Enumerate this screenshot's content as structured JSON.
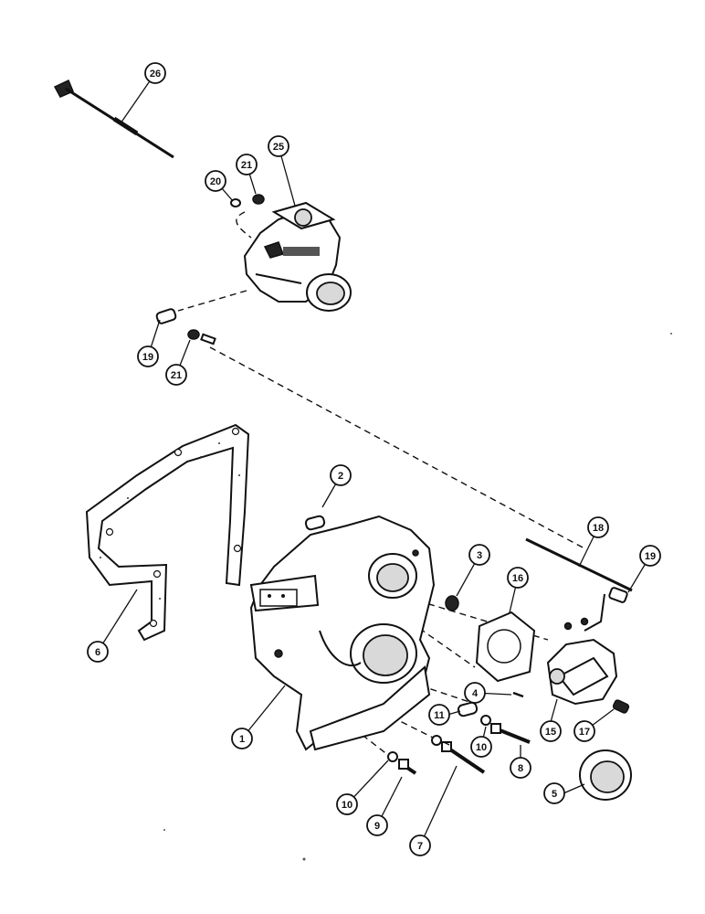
{
  "callouts": [
    {
      "key": "26",
      "label": "26"
    },
    {
      "key": "25",
      "label": "25"
    },
    {
      "key": "21a",
      "label": "21"
    },
    {
      "key": "20",
      "label": "20"
    },
    {
      "key": "19a",
      "label": "19"
    },
    {
      "key": "21b",
      "label": "21"
    },
    {
      "key": "2",
      "label": "2"
    },
    {
      "key": "18",
      "label": "18"
    },
    {
      "key": "19b",
      "label": "19"
    },
    {
      "key": "3",
      "label": "3"
    },
    {
      "key": "16",
      "label": "16"
    },
    {
      "key": "6",
      "label": "6"
    },
    {
      "key": "1",
      "label": "1"
    },
    {
      "key": "4",
      "label": "4"
    },
    {
      "key": "11",
      "label": "11"
    },
    {
      "key": "10a",
      "label": "10"
    },
    {
      "key": "10b",
      "label": "10"
    },
    {
      "key": "8",
      "label": "8"
    },
    {
      "key": "15",
      "label": "15"
    },
    {
      "key": "17",
      "label": "17"
    },
    {
      "key": "5",
      "label": "5"
    },
    {
      "key": "10c",
      "label": "10"
    },
    {
      "key": "9",
      "label": "9"
    },
    {
      "key": "7",
      "label": "7"
    }
  ]
}
